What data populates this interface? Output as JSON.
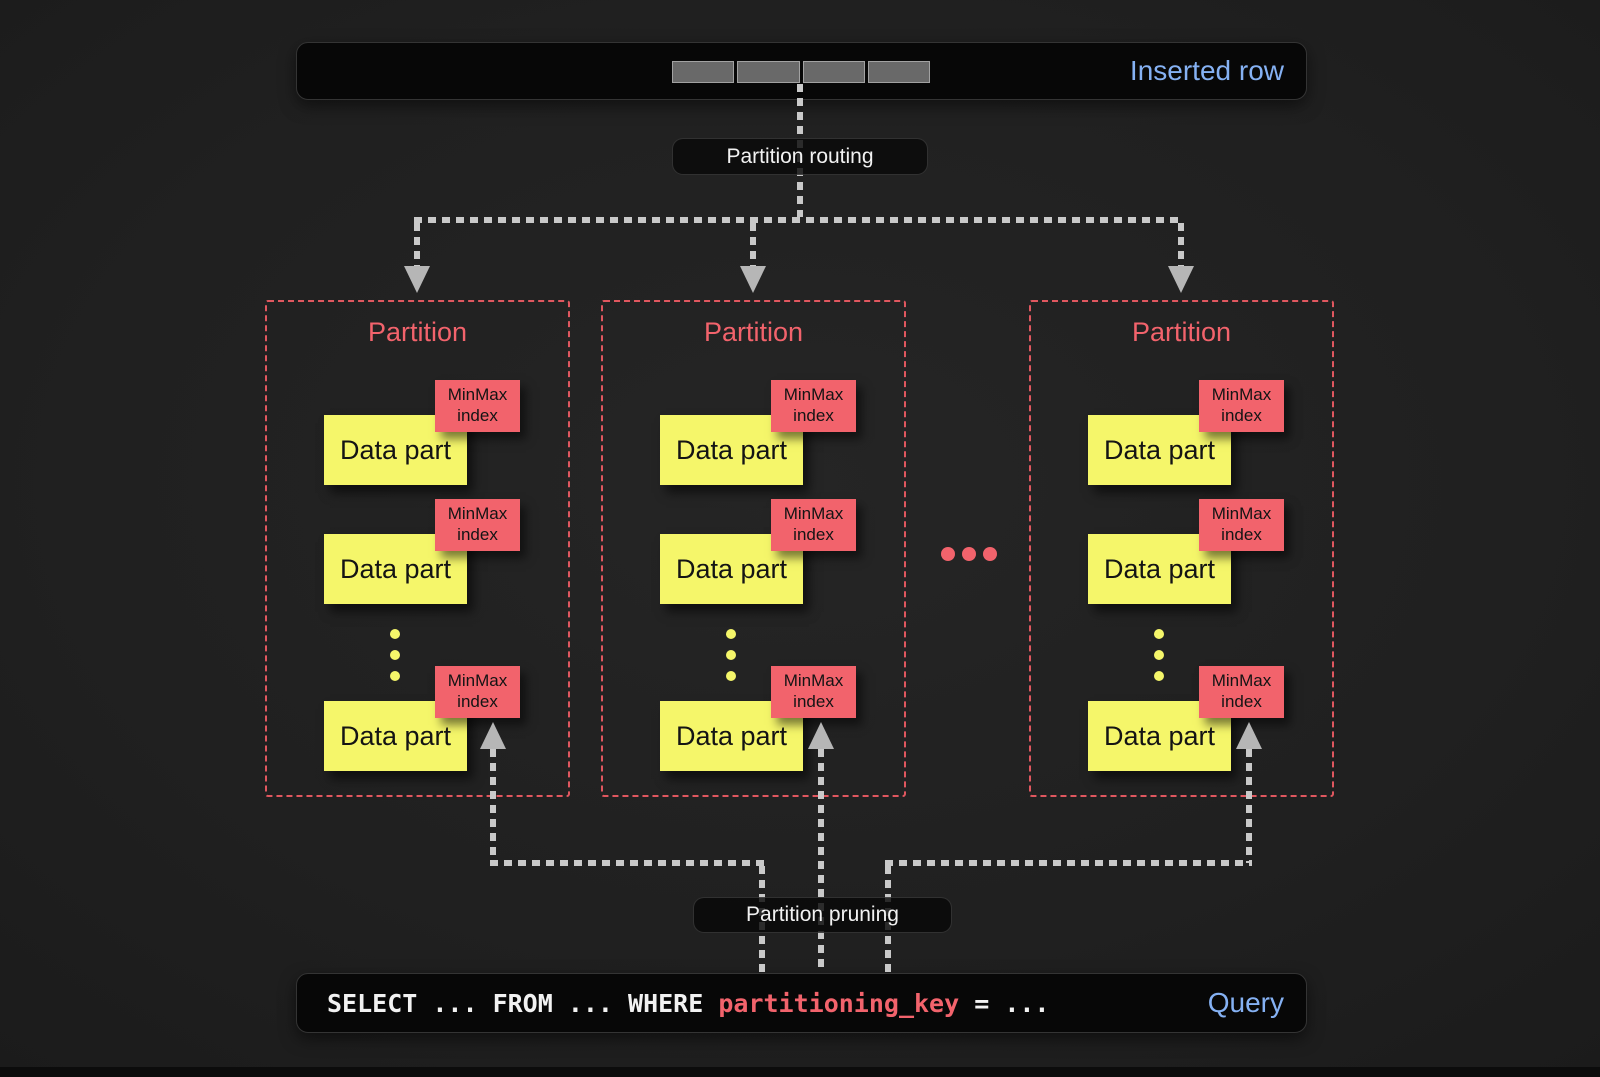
{
  "top_bar": {
    "label": "Inserted row",
    "segment_count": 4
  },
  "flow_labels": {
    "routing": "Partition routing",
    "pruning": "Partition pruning"
  },
  "partitions": [
    {
      "title": "Partition",
      "parts": [
        {
          "label": "Data part",
          "tag_lines": [
            "MinMax",
            "index"
          ]
        },
        {
          "label": "Data part",
          "tag_lines": [
            "MinMax",
            "index"
          ]
        },
        {
          "label": "Data part",
          "tag_lines": [
            "MinMax",
            "index"
          ]
        }
      ]
    },
    {
      "title": "Partition",
      "parts": [
        {
          "label": "Data part",
          "tag_lines": [
            "MinMax",
            "index"
          ]
        },
        {
          "label": "Data part",
          "tag_lines": [
            "MinMax",
            "index"
          ]
        },
        {
          "label": "Data part",
          "tag_lines": [
            "MinMax",
            "index"
          ]
        }
      ]
    },
    {
      "title": "Partition",
      "parts": [
        {
          "label": "Data part",
          "tag_lines": [
            "MinMax",
            "index"
          ]
        },
        {
          "label": "Data part",
          "tag_lines": [
            "MinMax",
            "index"
          ]
        },
        {
          "label": "Data part",
          "tag_lines": [
            "MinMax",
            "index"
          ]
        }
      ]
    }
  ],
  "hidden_parts_dot_count": 3,
  "hidden_partitions_dot_count": 3,
  "query_bar": {
    "sql_prefix": "SELECT ... FROM ... WHERE ",
    "sql_key": "partitioning_key",
    "sql_suffix": " = ...",
    "label": "Query"
  },
  "colors": {
    "coral": "#f2636c",
    "yellow": "#f5f66a",
    "blue": "#85b1f3",
    "arrow_gray": "#c9c9c9",
    "bar_background": "#070707",
    "canvas_background": "#202020"
  }
}
